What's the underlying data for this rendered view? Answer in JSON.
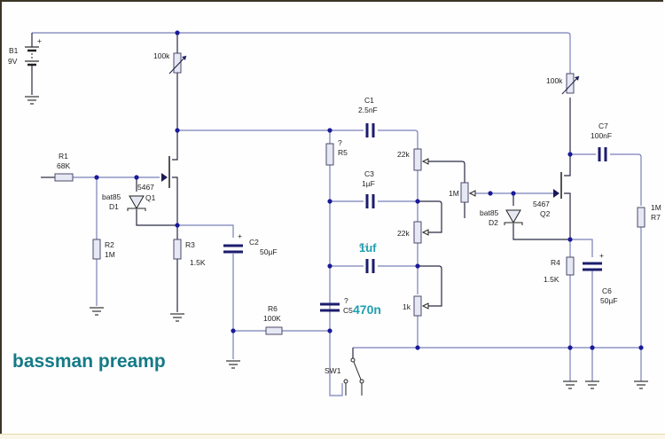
{
  "title": "bassman  preamp",
  "colors": {
    "wire": "#7a80b8",
    "node": "#1a1a9a",
    "title": "#147a86",
    "annotation": "#1ea0b0"
  },
  "components": {
    "battery": {
      "ref": "B1",
      "value": "9V",
      "polarity": "+"
    },
    "trim1": {
      "value": "100k"
    },
    "trim2": {
      "value": "100k"
    },
    "r1": {
      "ref": "R1",
      "value": "68K"
    },
    "r2": {
      "ref": "R2",
      "value": "1M"
    },
    "r3": {
      "ref": "R3",
      "value": "1.5K"
    },
    "r4": {
      "ref": "R4",
      "value": "1.5K"
    },
    "r5": {
      "ref": "R5",
      "value": "?"
    },
    "r6": {
      "ref": "R6",
      "value": "100K"
    },
    "r7": {
      "ref": "R7",
      "value": "1M"
    },
    "c1": {
      "ref": "C1",
      "value": "2.5nF"
    },
    "c2": {
      "ref": "C2",
      "value": "50µF",
      "polarity": "+"
    },
    "c3": {
      "ref": "C3",
      "value": "1µF"
    },
    "c4": {
      "ref": "C4",
      "value": "1uf"
    },
    "c5": {
      "ref": "C5",
      "value": "?",
      "annotation": "470n"
    },
    "c6": {
      "ref": "C6",
      "value": "50µF",
      "polarity": "+"
    },
    "c7": {
      "ref": "C7",
      "value": "100nF"
    },
    "pot_treble": {
      "value": "22k"
    },
    "pot_bass": {
      "value": "22k"
    },
    "pot_mid": {
      "value": "1k"
    },
    "pot_volume": {
      "value": "1M"
    },
    "q1": {
      "ref": "Q1",
      "part": "5467"
    },
    "q2": {
      "ref": "Q2",
      "part": "5467"
    },
    "d1": {
      "ref": "D1",
      "part": "bat85"
    },
    "d2": {
      "ref": "D2",
      "part": "bat85"
    },
    "sw1": {
      "ref": "SW1"
    }
  }
}
